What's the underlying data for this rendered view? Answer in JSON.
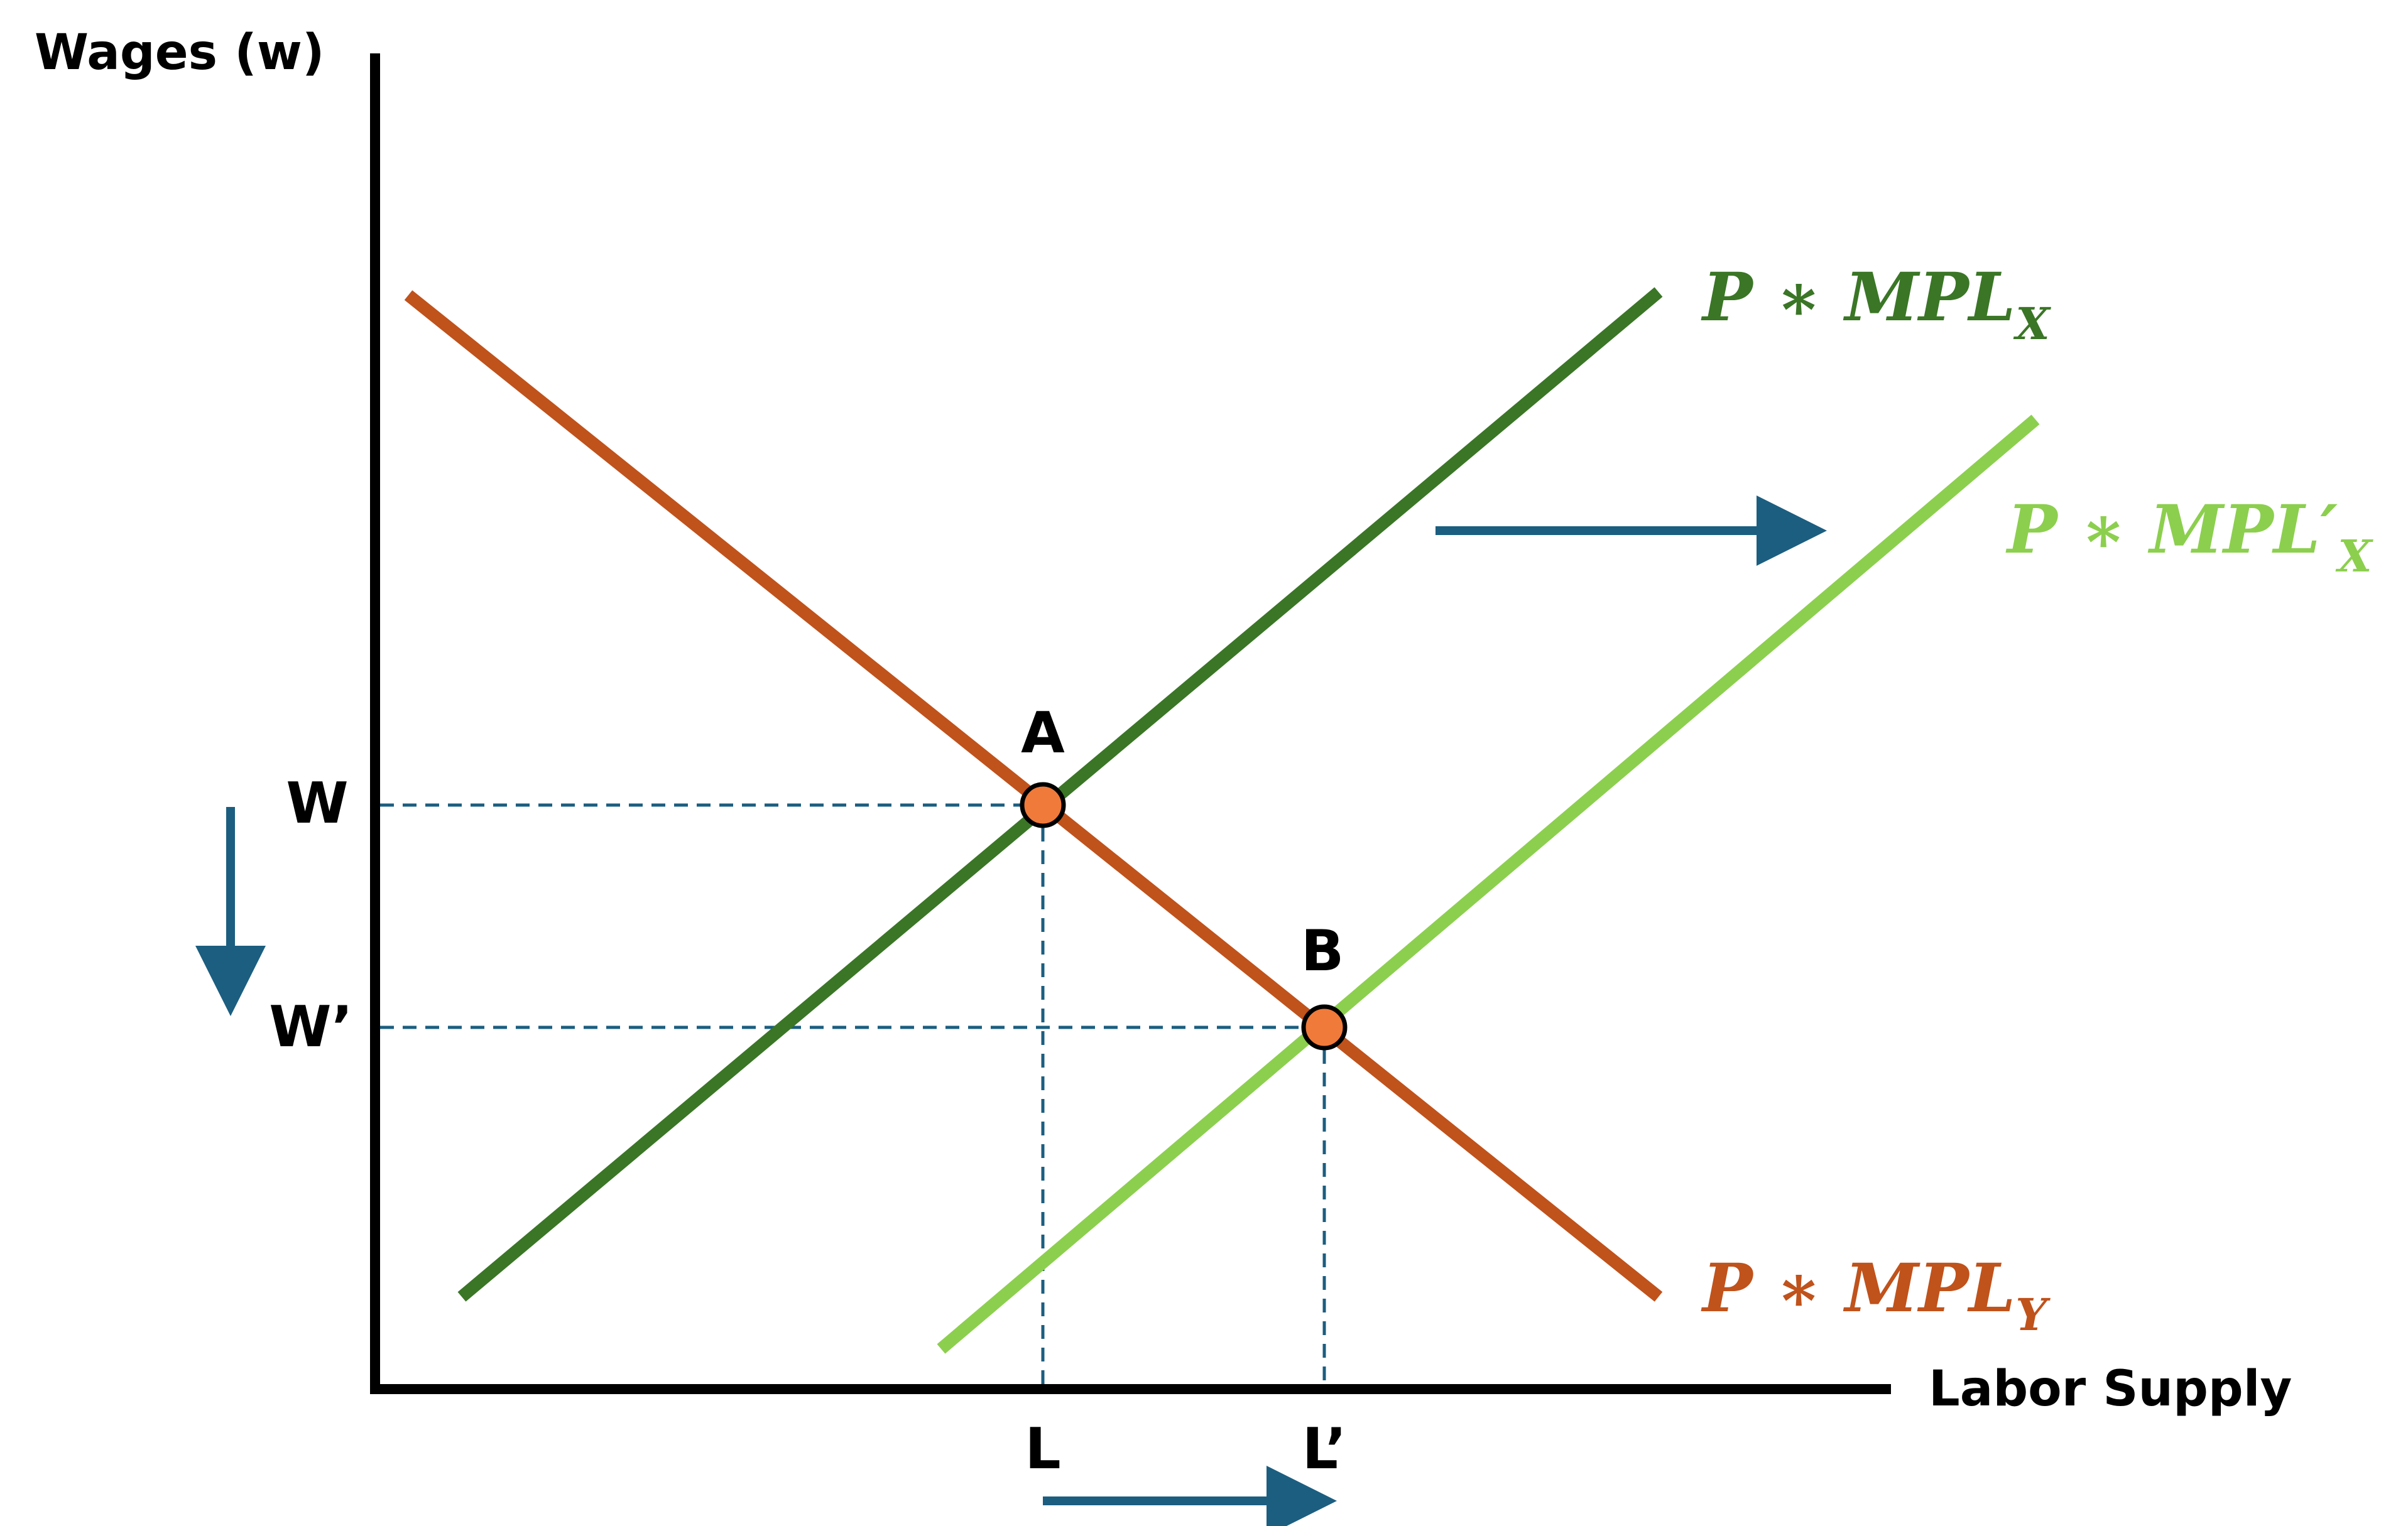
{
  "axes": {
    "y_title": "Wages (w)",
    "x_title": "Labor Supply"
  },
  "ticks": {
    "w": "W",
    "w_prime": "W’",
    "l": "L",
    "l_prime": "L’"
  },
  "points": {
    "a": "A",
    "b": "B"
  },
  "curves": {
    "mpl_x": {
      "prefix": "P ∗ MPL",
      "subscript": "X",
      "color": "#3a7626"
    },
    "mpl_x_prime": {
      "prefix": "P ∗ MPL′",
      "subscript": "X",
      "color": "#8ccf4e"
    },
    "mpl_y": {
      "prefix": "P ∗ MPL",
      "subscript": "Y",
      "color": "#c0521b"
    }
  },
  "colors": {
    "arrow": "#1b5e80",
    "guide": "#1b5e80",
    "point_fill": "#f07a3a",
    "axis": "#000000"
  }
}
